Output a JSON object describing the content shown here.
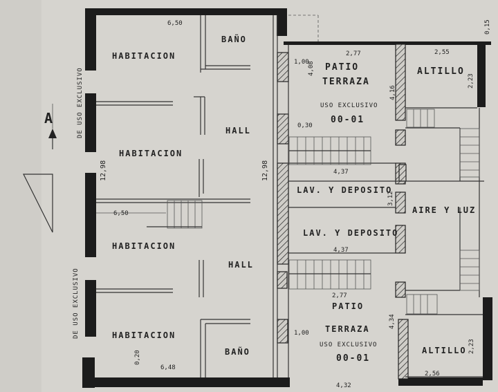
{
  "rooms": {
    "habitacion_1": "HABITACION",
    "habitacion_2": "HABITACION",
    "habitacion_3": "HABITACION",
    "habitacion_4": "HABITACION",
    "bano_top": "BAÑO",
    "bano_bottom": "BAÑO",
    "hall_1": "HALL",
    "hall_2": "HALL",
    "patio_top_1": "PATIO",
    "patio_top_2": "TERRAZA",
    "uso_top": "USO EXCLUSIVO",
    "unit_top": "00-01",
    "altillo_top": "ALTILLO",
    "lav_1": "LAV. Y DEPOSITO",
    "lav_2": "LAV. Y DEPOSITO",
    "aire_luz": "AIRE Y LUZ",
    "patio_bottom_1": "PATIO",
    "patio_bottom_2": "TERRAZA",
    "uso_bottom": "USO EXCLUSIVO",
    "unit_bottom": "00-01",
    "altillo_bottom": "ALTILLO",
    "side_uso_top": "DE USO EXCLUSIVO",
    "side_uso_bottom": "DE USO EXCLUSIVO"
  },
  "dimensions": {
    "top_width": "6,50",
    "bottom_width": "6,48",
    "mid_width": "6,50",
    "length_left": "12,98",
    "length_right": "12,98",
    "patio_top_w": "2,77",
    "patio_bottom_w": "2,77",
    "altillo_top_w": "2,55",
    "altillo_bottom_w": "2,56",
    "d_100_top": "1,00",
    "d_100_bottom": "1,00",
    "d_408": "4,08",
    "d_416": "4,16",
    "d_434": "4,34",
    "d_437_top": "4,37",
    "d_437_bottom": "4,37",
    "d_312": "3,12",
    "d_223_top": "2,23",
    "d_223_bottom": "2,23",
    "d_030": "0,30",
    "d_015": "0,15",
    "d_020": "0,20",
    "d_432": "4,32"
  },
  "compass": {
    "label": "A"
  }
}
